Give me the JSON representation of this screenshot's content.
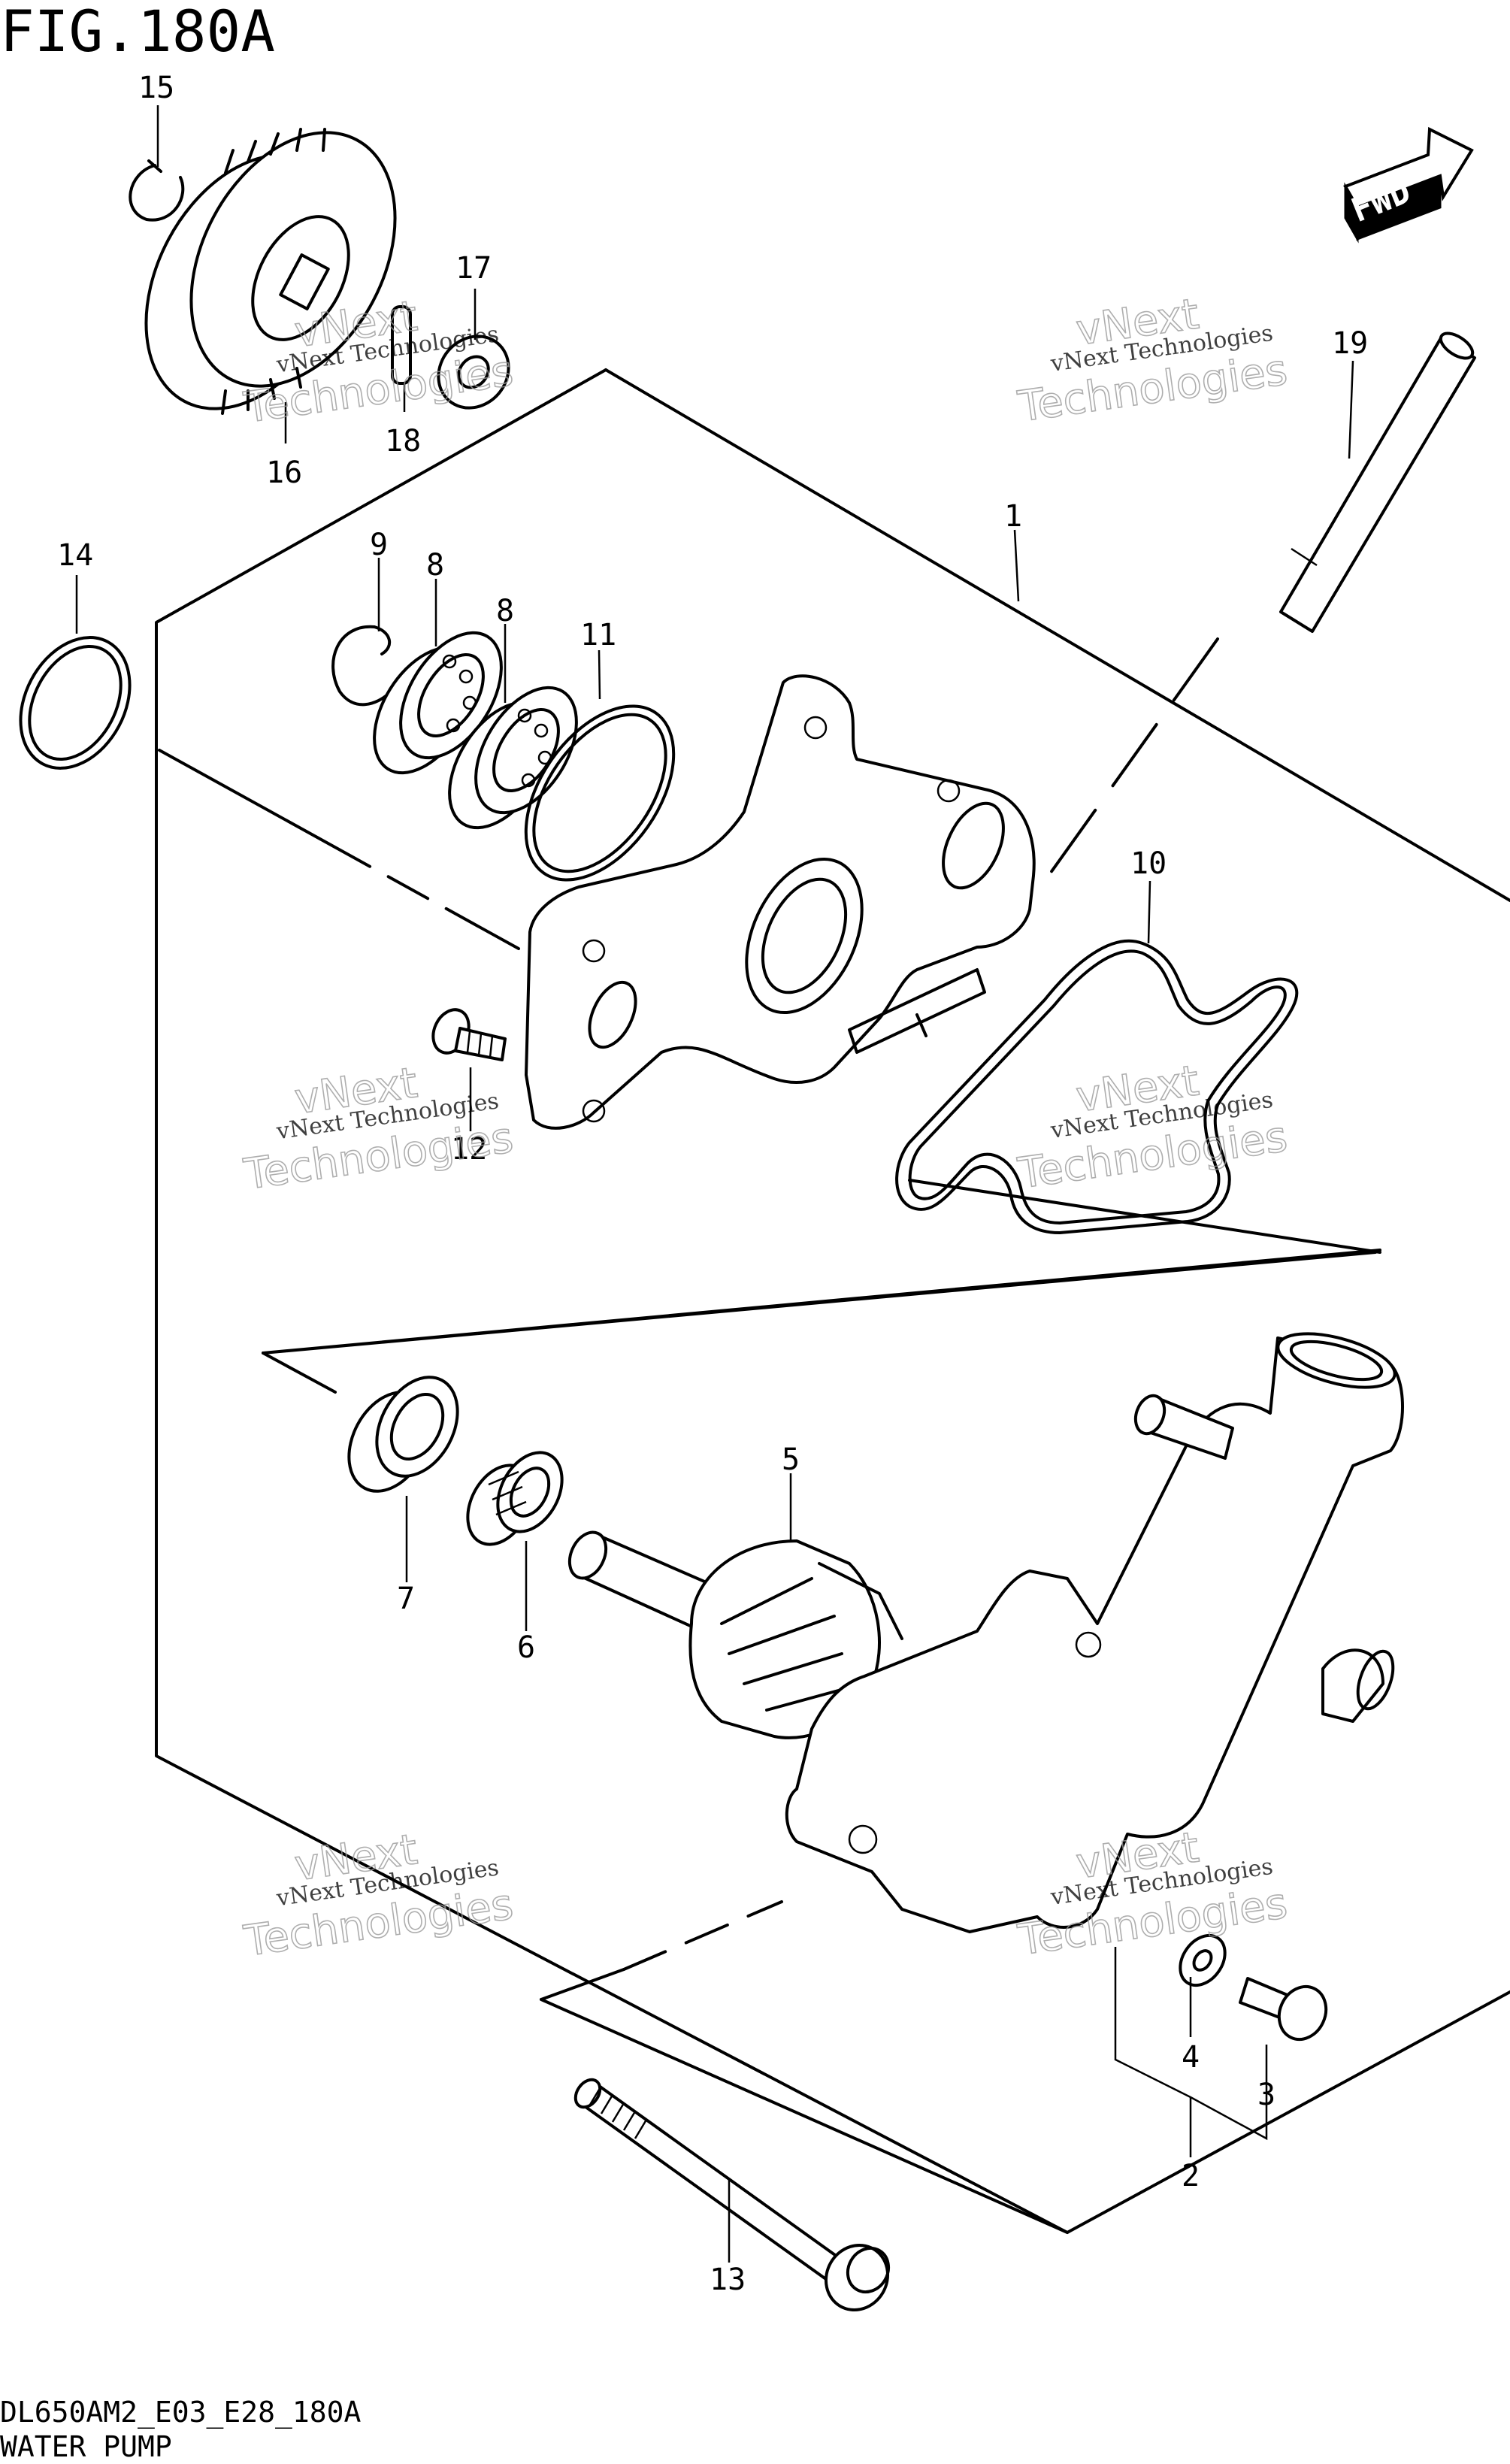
{
  "figure": {
    "title": "FIG.180A"
  },
  "footer": {
    "code": "DL650AM2_E03_E28_180A",
    "name": "WATER PUMP"
  },
  "fwd_arrow": {
    "label": "FWD"
  },
  "watermark": {
    "line1": "vNext Technologies",
    "line2": "vNext",
    "line3": "Technologies"
  },
  "callouts": [
    "1",
    "2",
    "3",
    "4",
    "5",
    "6",
    "7",
    "8",
    "8",
    "9",
    "10",
    "11",
    "12",
    "13",
    "14",
    "15",
    "16",
    "17",
    "18",
    "19"
  ]
}
